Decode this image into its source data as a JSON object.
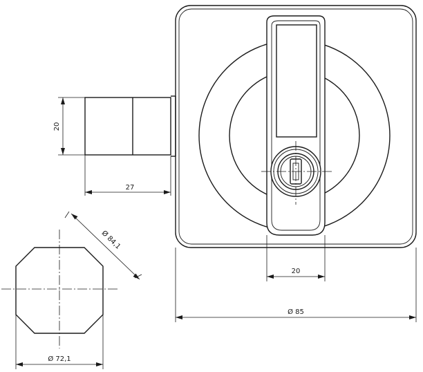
{
  "dimensions": {
    "height_left": "20",
    "length_shaft": "27",
    "octagon_diag": "Ø 84,1",
    "octagon_width": "Ø 72,1",
    "handle_width": "20",
    "body_diameter": "Ø 85"
  }
}
